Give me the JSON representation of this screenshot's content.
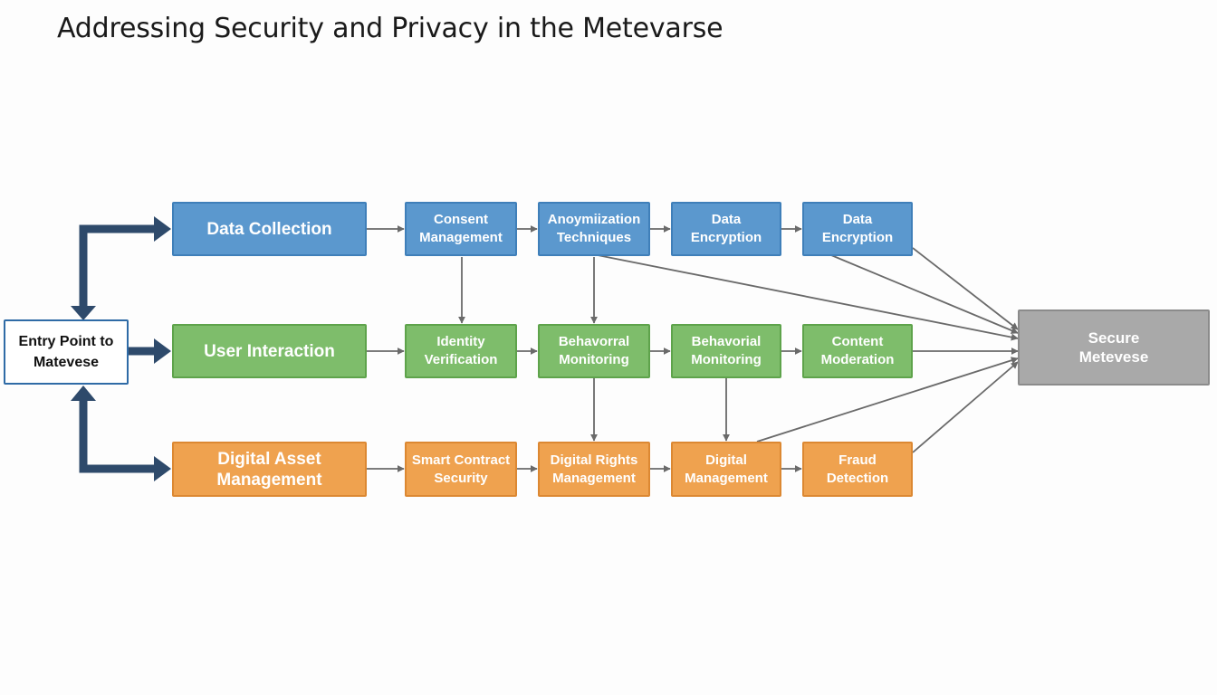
{
  "title": "Addressing Security and Privacy in the Metevarse",
  "entry": "Entry Point to\nMatevese",
  "rows": {
    "blue": [
      "Data Collection",
      "Consent\nManagement",
      "Anoymiization\nTechniques",
      "Data\nEncryption",
      "Data\nEncryption"
    ],
    "green": [
      "User Interaction",
      "Identity\nVerification",
      "Behavorral\nMonitoring",
      "Behavorial\nMonitoring",
      "Content\nModeration"
    ],
    "orange": [
      "Digital Asset\nManagement",
      "Smart Contract\nSecurity",
      "Digital Rights\nManagement",
      "Digital\nManagement",
      "Fraud\nDetection"
    ]
  },
  "output": "Secure\nMetevese",
  "colors": {
    "blue": "#5b98ce",
    "green": "#7ebd6b",
    "orange": "#efa24f",
    "gray": "#a9a9a9",
    "navy_arrow": "#2e4a6b",
    "connector": "#6a6a6a"
  }
}
